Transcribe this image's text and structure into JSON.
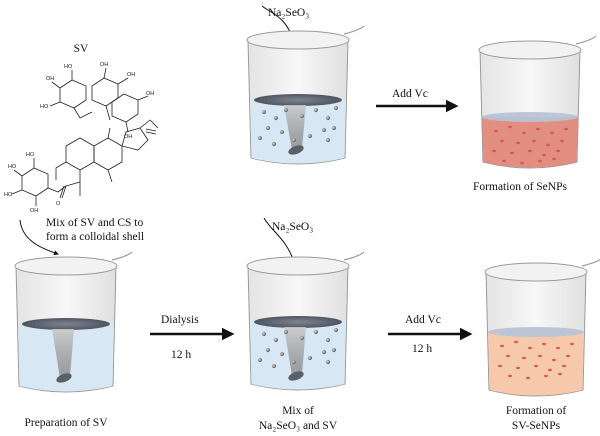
{
  "molecule": {
    "title": "SV",
    "atoms": [
      "OH",
      "HO",
      "OH",
      "OH",
      "OH",
      "HO",
      "OH",
      "HO",
      "HO",
      "OH",
      "HO",
      "O"
    ]
  },
  "steps": {
    "mix_shell": [
      "Mix of SV and CS to",
      "form a colloidal shell"
    ],
    "dialysis": "Dialysis",
    "time1": "12 h",
    "add_vc_top": "Add Vc",
    "add_vc_bottom": "Add Vc",
    "time2": "12 h"
  },
  "reagents": {
    "top": "Na₂SeO₃",
    "bottom": "Na₂SeO₃"
  },
  "captions": {
    "prep": "Preparation of SV",
    "mix": [
      "Mix of",
      "Na₂SeO₃ and SV"
    ],
    "seNPs": "Formation of SeNPs",
    "sv_seNPs": [
      "Formation of",
      "SV-SeNPs"
    ]
  },
  "colors": {
    "water": "#d8e7f4",
    "seNPs_liquid": "#e28e80",
    "sv_seNPs_liquid": "#f6c9ac",
    "dot": "#d85a52",
    "glass_edge": "#9a9a9a"
  }
}
